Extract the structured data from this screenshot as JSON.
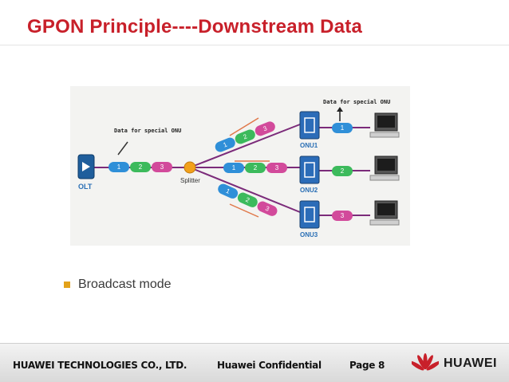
{
  "slide": {
    "title": "GPON Principle----Downstream Data",
    "bullets": [
      "Broadcast mode"
    ]
  },
  "diagram": {
    "olt_label": "OLT",
    "splitter_label": "Splitter",
    "special_left": "Data for special ONU",
    "special_right": "Data for special ONU",
    "onus": [
      "ONU1",
      "ONU2",
      "ONU3"
    ],
    "packets": [
      "1",
      "2",
      "3"
    ],
    "colors": {
      "packet_1": "#2f8fd8",
      "packet_2": "#3cba5c",
      "packet_3": "#d24a9b",
      "line": "#7b2b7a",
      "arrow": "#e0784a"
    }
  },
  "footer": {
    "company": "HUAWEI TECHNOLOGIES CO., LTD.",
    "confidential": "Huawei Confidential",
    "page": "Page 8",
    "brand": "HUAWEI",
    "brand_color": "#c8202a"
  }
}
